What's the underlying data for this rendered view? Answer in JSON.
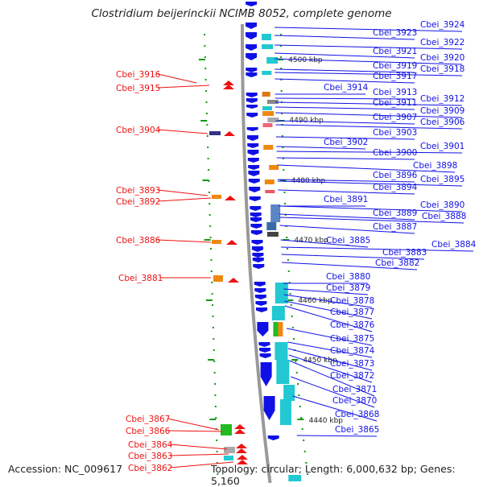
{
  "title": "Clostridium beijerinckii NCIMB 8052, complete genome",
  "accession": "Accession: NC_009617",
  "topology": "Topology: circular; Length: 6,000,632 bp; Genes: 5,160",
  "colors": {
    "right_strand": "#1010e6",
    "left_strand": "#ee1111",
    "backbone": "#999999",
    "ticks": "#119911",
    "cyan": "#22c8d2",
    "orange": "#ee8811",
    "green": "#22bb22"
  },
  "scale_labels": [
    "4500 kbp",
    "4490 kbp",
    "4480 kbp",
    "4470 kbp",
    "4460 kbp",
    "4450 kbp",
    "4440 kbp"
  ],
  "right_genes": [
    {
      "label": "Cbei_3924"
    },
    {
      "label": "Cbei_3923"
    },
    {
      "label": "Cbei_3922"
    },
    {
      "label": "Cbei_3921"
    },
    {
      "label": "Cbei_3920"
    },
    {
      "label": "Cbei_3919"
    },
    {
      "label": "Cbei_3918"
    },
    {
      "label": "Cbei_3917"
    },
    {
      "label": "Cbei_3914"
    },
    {
      "label": "Cbei_3913"
    },
    {
      "label": "Cbei_3912"
    },
    {
      "label": "Cbei_3911"
    },
    {
      "label": "Cbei_3909"
    },
    {
      "label": "Cbei_3907"
    },
    {
      "label": "Cbei_3906"
    },
    {
      "label": "Cbei_3903"
    },
    {
      "label": "Cbei_3902"
    },
    {
      "label": "Cbei_3901"
    },
    {
      "label": "Cbei_3900"
    },
    {
      "label": "Cbei_3898"
    },
    {
      "label": "Cbei_3896"
    },
    {
      "label": "Cbei_3895"
    },
    {
      "label": "Cbei_3894"
    },
    {
      "label": "Cbei_3891"
    },
    {
      "label": "Cbei_3890"
    },
    {
      "label": "Cbei_3889"
    },
    {
      "label": "Cbei_3888"
    },
    {
      "label": "Cbei_3887"
    },
    {
      "label": "Cbei_3885"
    },
    {
      "label": "Cbei_3884"
    },
    {
      "label": "Cbei_3883"
    },
    {
      "label": "Cbei_3882"
    },
    {
      "label": "Cbei_3880"
    },
    {
      "label": "Cbei_3879"
    },
    {
      "label": "Cbei_3878"
    },
    {
      "label": "Cbei_3877"
    },
    {
      "label": "Cbei_3876"
    },
    {
      "label": "Cbei_3875"
    },
    {
      "label": "Cbei_3874"
    },
    {
      "label": "Cbei_3873"
    },
    {
      "label": "Cbei_3872"
    },
    {
      "label": "Cbei_3871"
    },
    {
      "label": "Cbei_3870"
    },
    {
      "label": "Cbei_3868"
    },
    {
      "label": "Cbei_3865"
    }
  ],
  "left_genes": [
    {
      "label": "Cbei_3916"
    },
    {
      "label": "Cbei_3915"
    },
    {
      "label": "Cbei_3904"
    },
    {
      "label": "Cbei_3893"
    },
    {
      "label": "Cbei_3892"
    },
    {
      "label": "Cbei_3886"
    },
    {
      "label": "Cbei_3881"
    },
    {
      "label": "Cbei_3867"
    },
    {
      "label": "Cbei_3866"
    },
    {
      "label": "Cbei_3864"
    },
    {
      "label": "Cbei_3863"
    },
    {
      "label": "Cbei_3862"
    }
  ]
}
